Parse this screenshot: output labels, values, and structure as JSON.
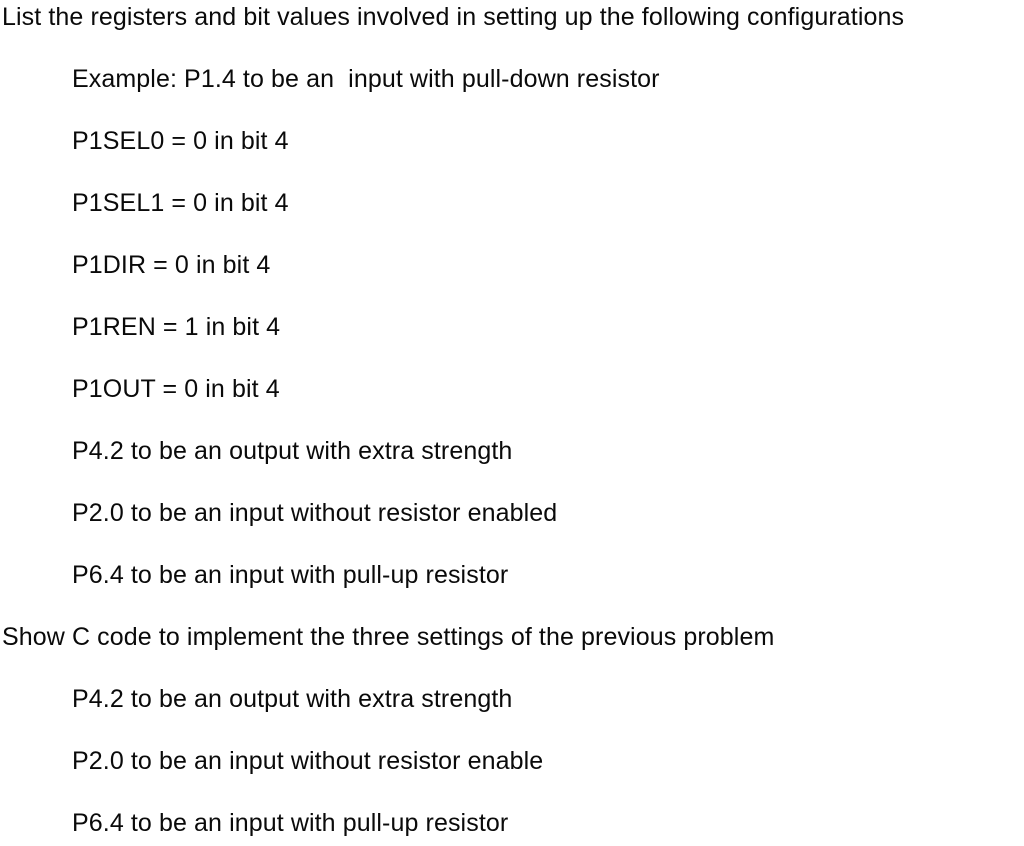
{
  "document": {
    "background_color": "#ffffff",
    "text_color": "#0a0a0a",
    "sections": [
      {
        "prompt": "List the registers and bit values involved in setting up the following configurations",
        "items": [
          "Example: P1.4 to be an  input with pull-down resistor",
          "P1SEL0 = 0 in bit 4",
          "P1SEL1 = 0 in bit 4",
          "P1DIR = 0 in bit 4",
          "P1REN = 1 in bit 4",
          "P1OUT = 0 in bit 4",
          "P4.2 to be an output with extra strength",
          "P2.0 to be an input without resistor enabled",
          "P6.4 to be an input with pull-up resistor"
        ]
      },
      {
        "prompt": "Show C code to implement the three settings of the previous problem",
        "items": [
          "P4.2 to be an output with extra strength",
          "P2.0 to be an input without resistor enable",
          "P6.4 to be an input with pull-up resistor"
        ]
      }
    ]
  }
}
